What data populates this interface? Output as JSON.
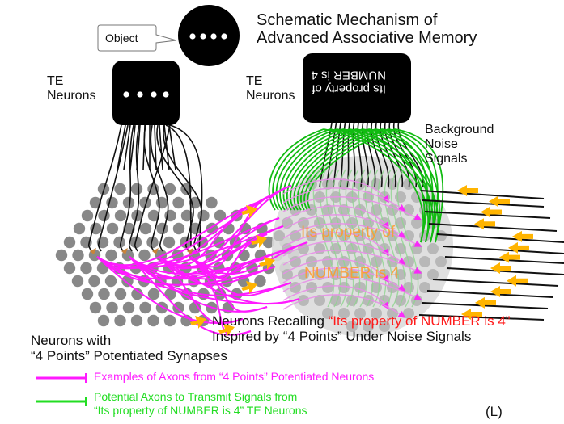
{
  "title": {
    "line1": "Schematic Mechanism of",
    "line2": "Advanced Associative Memory"
  },
  "object_callout": {
    "label": "Object",
    "icon": "four-dots-circle-icon"
  },
  "te_neurons_left": {
    "line1": "TE",
    "line2": "Neurons",
    "box_icon": "four-dots-box-icon"
  },
  "te_neurons_right": {
    "line1": "TE",
    "line2": "Neurons",
    "box_text_line1": "Its property of",
    "box_text_line2": "NUMBER is 4",
    "box_text_orientation": "upside-down"
  },
  "background_noise": {
    "line1": "Background",
    "line2": "Noise",
    "line3": "Signals",
    "signal_count": 12
  },
  "recall_overlay": {
    "line1": "Its property of",
    "line2": "NUMBER is 4"
  },
  "recall_caption": {
    "prefix": "Neurons Recalling ",
    "highlight": "“Its property of NUMBER is 4”",
    "line2": "Inspired by “4 Points” Under Noise Signals"
  },
  "potentiated_caption": {
    "line1": "Neurons with",
    "line2": "“4 Points” Potentiated Synapses"
  },
  "legend": [
    {
      "label": "Examples of Axons from “4 Points” Potentiated Neurons",
      "color": "#ff1aff"
    },
    {
      "label_line1": "Potential Axons to Transmit Signals from",
      "label_line2": "“Its property of NUMBER is 4” TE Neurons",
      "color": "#22dd22"
    }
  ],
  "panel_label": "(L)",
  "colors": {
    "magenta_axon": "#ff1aff",
    "green_axon": "#11bb11",
    "noise_arrow": "#ffb400",
    "neuron_dot": "#888888",
    "recall_region": "#dddddd",
    "highlight_red": "#ff1a1a",
    "overlay_orange": "#ff9a2a",
    "synapse": "#c8843a"
  }
}
